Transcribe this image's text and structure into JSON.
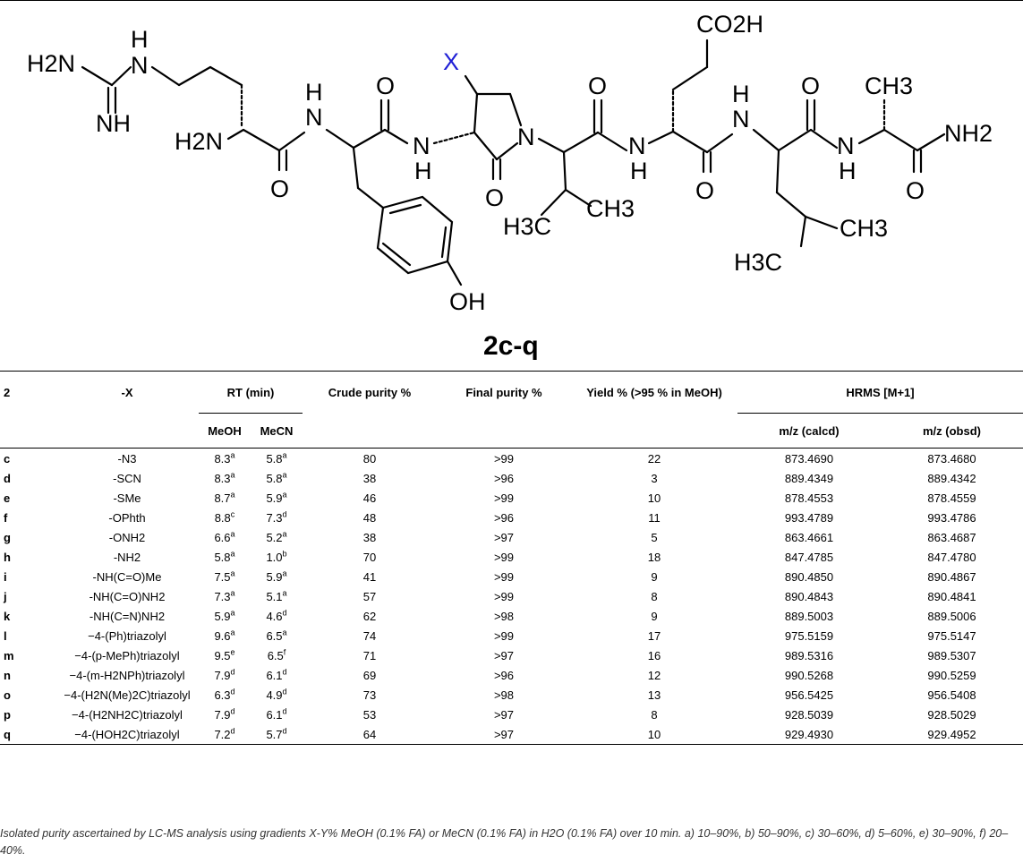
{
  "figure": {
    "compound_label": "2c-q",
    "substituent_label": "X",
    "atom_labels": {
      "guanidine_h2n": "H2N",
      "guanidine_nh_top": "N",
      "guanidine_h_top": "H",
      "guanidine_nh_bottom": "NH",
      "h2n_alpha": "H2N",
      "amide_n1": "N",
      "amide_h1": "H",
      "o1": "O",
      "o2": "O",
      "amide_n2": "N",
      "amide_h2": "H",
      "ring_n": "N",
      "ring_o": "O",
      "o3": "O",
      "co2h": "CO2H",
      "amide_n3": "N",
      "amide_h3": "H",
      "o4": "O",
      "o5": "O",
      "amide_n4": "N",
      "amide_h4": "H",
      "o6": "O",
      "o7": "O",
      "amide_n5": "N",
      "amide_h5": "H",
      "ch3_top": "CH3",
      "nh2_end": "NH2",
      "o8": "O",
      "ch3_val": "CH3",
      "h3c_val": "H3C",
      "ch3_leu": "CH3",
      "h3c_leu": "H3C",
      "oh": "OH"
    }
  },
  "table": {
    "headers": {
      "col_2": "2",
      "col_x": "-X",
      "rt": "RT (min)",
      "rt_meoh": "MeOH",
      "rt_mecn": "MeCN",
      "crude": "Crude purity %",
      "final": "Final purity %",
      "yield": "Yield % (>95 % in MeOH)",
      "hrms": "HRMS [M+1]",
      "calcd": "m/z (calcd)",
      "obsd": "m/z (obsd)"
    },
    "rows": [
      {
        "id": "c",
        "x": "-N3",
        "rt_meoh": "8.3",
        "rt_meoh_sup": "a",
        "rt_mecn": "5.8",
        "rt_mecn_sup": "a",
        "crude": "80",
        "final": ">99",
        "yield": "22",
        "calcd": "873.4690",
        "obsd": "873.4680"
      },
      {
        "id": "d",
        "x": "-SCN",
        "rt_meoh": "8.3",
        "rt_meoh_sup": "a",
        "rt_mecn": "5.8",
        "rt_mecn_sup": "a",
        "crude": "38",
        "final": ">96",
        "yield": "3",
        "calcd": "889.4349",
        "obsd": "889.4342"
      },
      {
        "id": "e",
        "x": "-SMe",
        "rt_meoh": "8.7",
        "rt_meoh_sup": "a",
        "rt_mecn": "5.9",
        "rt_mecn_sup": "a",
        "crude": "46",
        "final": ">99",
        "yield": "10",
        "calcd": "878.4553",
        "obsd": "878.4559"
      },
      {
        "id": "f",
        "x": "-OPhth",
        "rt_meoh": "8.8",
        "rt_meoh_sup": "c",
        "rt_mecn": "7.3",
        "rt_mecn_sup": "d",
        "crude": "48",
        "final": ">96",
        "yield": "11",
        "calcd": "993.4789",
        "obsd": "993.4786"
      },
      {
        "id": "g",
        "x": "-ONH2",
        "rt_meoh": "6.6",
        "rt_meoh_sup": "a",
        "rt_mecn": "5.2",
        "rt_mecn_sup": "a",
        "crude": "38",
        "final": ">97",
        "yield": "5",
        "calcd": "863.4661",
        "obsd": "863.4687"
      },
      {
        "id": "h",
        "x": "-NH2",
        "rt_meoh": "5.8",
        "rt_meoh_sup": "a",
        "rt_mecn": "1.0",
        "rt_mecn_sup": "b",
        "crude": "70",
        "final": ">99",
        "yield": "18",
        "calcd": "847.4785",
        "obsd": "847.4780"
      },
      {
        "id": "i",
        "x": "-NH(C=O)Me",
        "rt_meoh": "7.5",
        "rt_meoh_sup": "a",
        "rt_mecn": "5.9",
        "rt_mecn_sup": "a",
        "crude": "41",
        "final": ">99",
        "yield": "9",
        "calcd": "890.4850",
        "obsd": "890.4867"
      },
      {
        "id": "j",
        "x": "-NH(C=O)NH2",
        "rt_meoh": "7.3",
        "rt_meoh_sup": "a",
        "rt_mecn": "5.1",
        "rt_mecn_sup": "a",
        "crude": "57",
        "final": ">99",
        "yield": "8",
        "calcd": "890.4843",
        "obsd": "890.4841"
      },
      {
        "id": "k",
        "x": "-NH(C=N)NH2",
        "rt_meoh": "5.9",
        "rt_meoh_sup": "a",
        "rt_mecn": "4.6",
        "rt_mecn_sup": "d",
        "crude": "62",
        "final": ">98",
        "yield": "9",
        "calcd": "889.5003",
        "obsd": "889.5006"
      },
      {
        "id": "l",
        "x": "−4-(Ph)triazolyl",
        "rt_meoh": "9.6",
        "rt_meoh_sup": "a",
        "rt_mecn": "6.5",
        "rt_mecn_sup": "a",
        "crude": "74",
        "final": ">99",
        "yield": "17",
        "calcd": "975.5159",
        "obsd": "975.5147"
      },
      {
        "id": "m",
        "x": "−4-(p-MePh)triazolyl",
        "rt_meoh": "9.5",
        "rt_meoh_sup": "e",
        "rt_mecn": "6.5",
        "rt_mecn_sup": "f",
        "crude": "71",
        "final": ">97",
        "yield": "16",
        "calcd": "989.5316",
        "obsd": "989.5307"
      },
      {
        "id": "n",
        "x": "−4-(m-H2NPh)triazolyl",
        "rt_meoh": "7.9",
        "rt_meoh_sup": "d",
        "rt_mecn": "6.1",
        "rt_mecn_sup": "d",
        "crude": "69",
        "final": ">96",
        "yield": "12",
        "calcd": "990.5268",
        "obsd": "990.5259"
      },
      {
        "id": "o",
        "x": "−4-(H2N(Me)2C)triazolyl",
        "rt_meoh": "6.3",
        "rt_meoh_sup": "d",
        "rt_mecn": "4.9",
        "rt_mecn_sup": "d",
        "crude": "73",
        "final": ">98",
        "yield": "13",
        "calcd": "956.5425",
        "obsd": "956.5408"
      },
      {
        "id": "p",
        "x": "−4-(H2NH2C)triazolyl",
        "rt_meoh": "7.9",
        "rt_meoh_sup": "d",
        "rt_mecn": "6.1",
        "rt_mecn_sup": "d",
        "crude": "53",
        "final": ">97",
        "yield": "8",
        "calcd": "928.5039",
        "obsd": "928.5029"
      },
      {
        "id": "q",
        "x": "−4-(HOH2C)triazolyl",
        "rt_meoh": "7.2",
        "rt_meoh_sup": "d",
        "rt_mecn": "5.7",
        "rt_mecn_sup": "d",
        "crude": "64",
        "final": ">97",
        "yield": "10",
        "calcd": "929.4930",
        "obsd": "929.4952"
      }
    ]
  },
  "footnote": "Isolated purity ascertained by LC-MS analysis using gradients X-Y% MeOH (0.1% FA) or MeCN (0.1% FA) in H2O (0.1% FA) over 10 min. a) 10–90%, b) 50–90%, c) 30–60%, d) 5–60%, e) 30–90%, f) 20–40%.",
  "colors": {
    "substituent": "#1f1fd6",
    "text": "#000000",
    "footnote": "#333333"
  }
}
